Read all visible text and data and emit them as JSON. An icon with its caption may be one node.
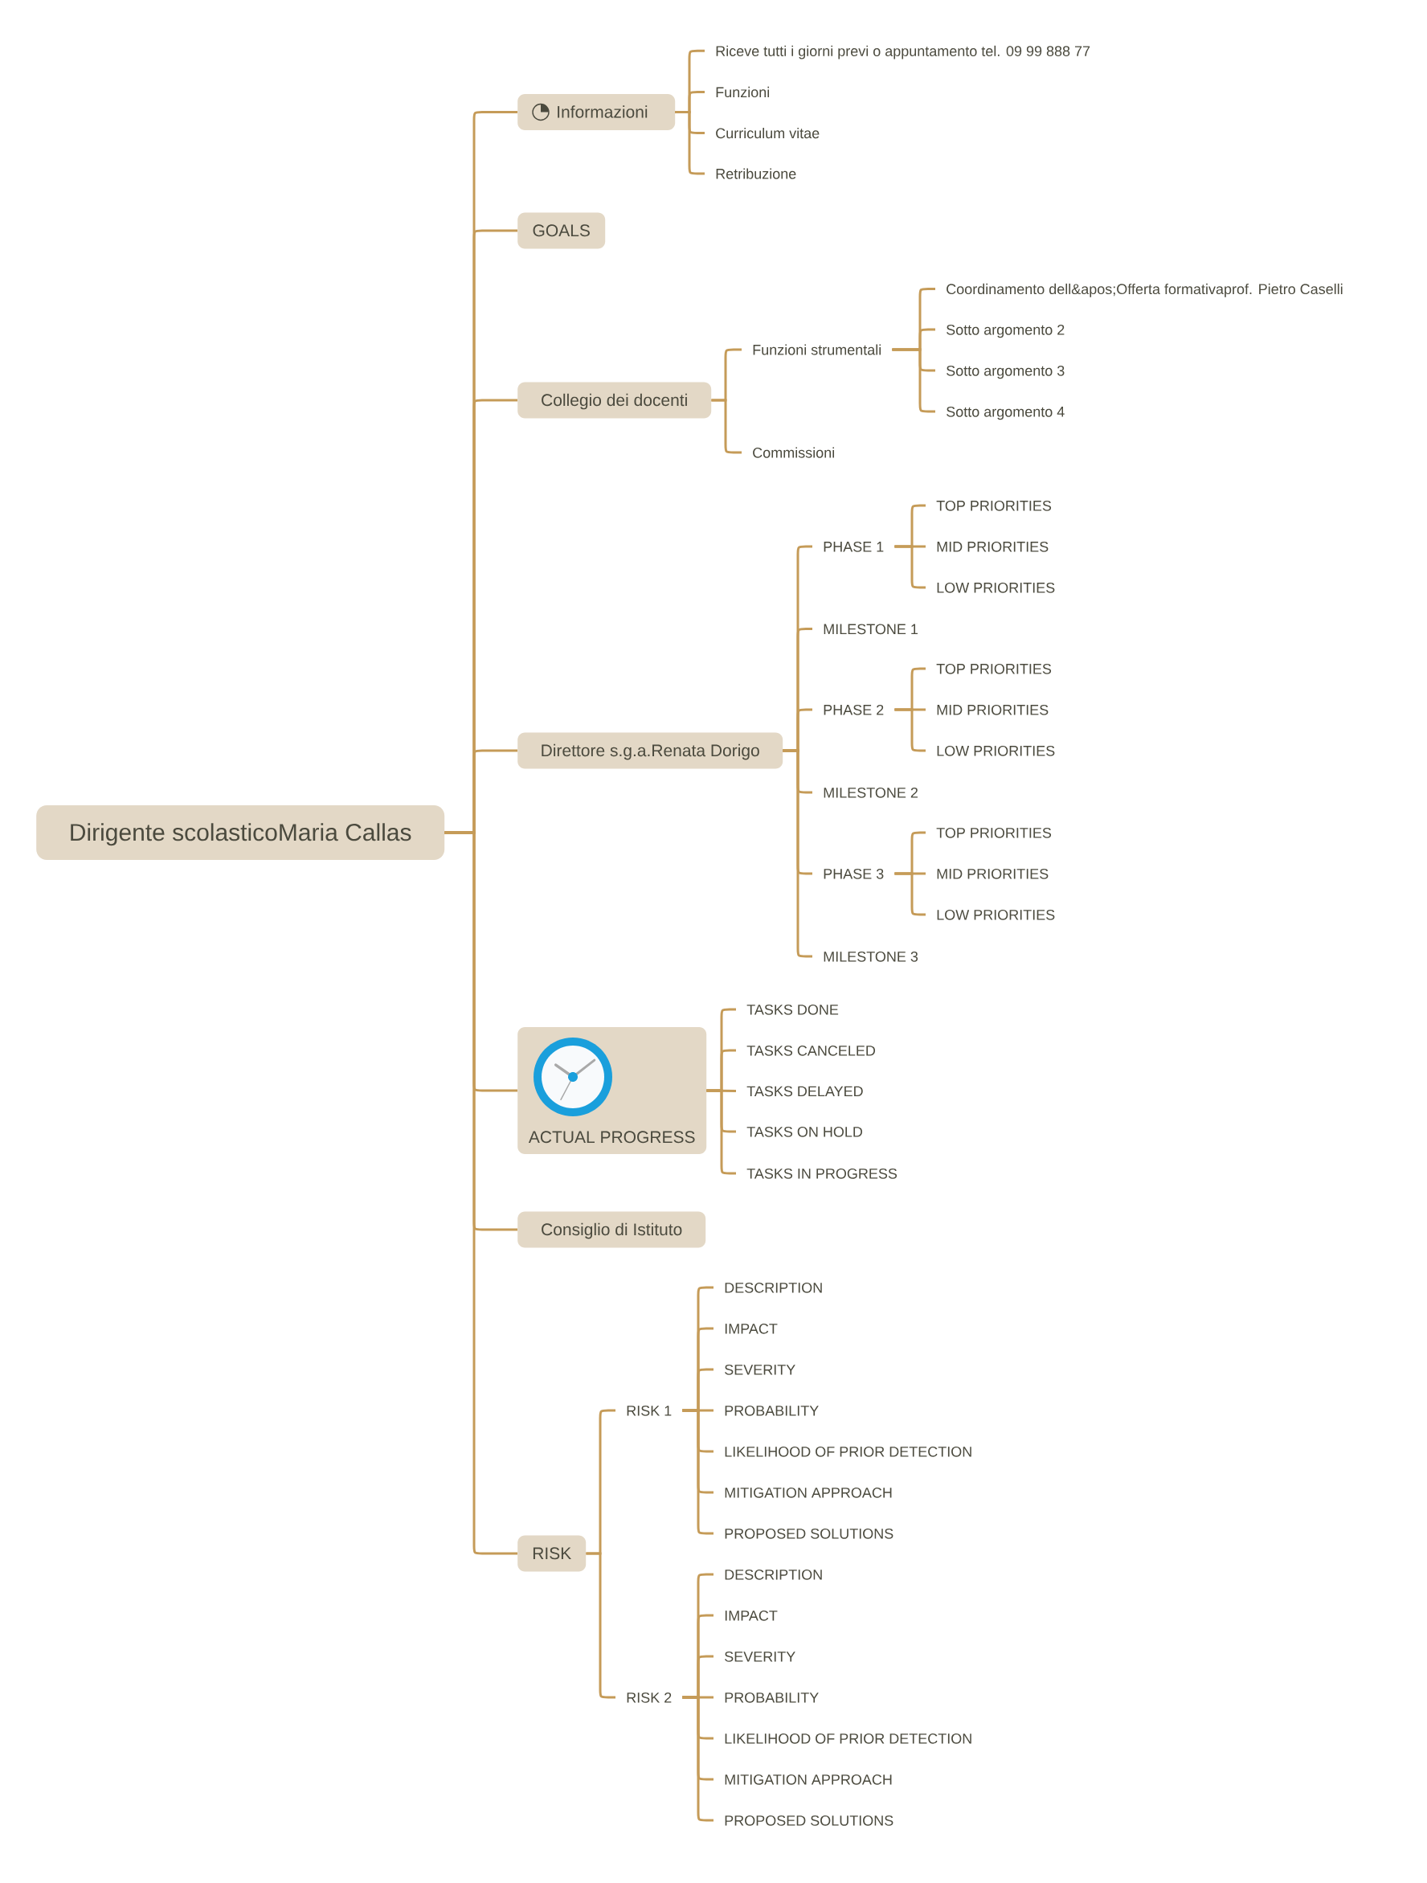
{
  "diagram": {
    "nodes": [
      {
        "text": [
          "Dirigente scolasticoMaria Callas"
        ]
      },
      {
        "text": [
          "Informazioni"
        ]
      },
      {
        "text": [
          "Riceve tutti i giorni previ o appuntamento tel. 09 99 888 77"
        ]
      },
      {
        "text": [
          "Funzioni"
        ]
      },
      {
        "text": [
          "Curriculum vitae"
        ]
      },
      {
        "text": [
          "Retribuzione"
        ]
      },
      {
        "text": [
          "GOALS"
        ]
      },
      {
        "text": [
          "Collegio dei docenti"
        ]
      },
      {
        "text": [
          "Funzioni strumentali"
        ]
      },
      {
        "text": [
          "Coordinamento dell&apos;Offerta formativaprof. Pietro Caselli"
        ]
      },
      {
        "text": [
          "Sotto argomento 2"
        ]
      },
      {
        "text": [
          "Sotto argomento 3"
        ]
      },
      {
        "text": [
          "Sotto argomento 4"
        ]
      },
      {
        "text": [
          "Commissioni"
        ]
      },
      {
        "text": [
          "Direttore s.g.a.Renata Dorigo"
        ]
      },
      {
        "text": [
          "PHASE 1"
        ]
      },
      {
        "text": [
          "TOP PRIORITIES"
        ]
      },
      {
        "text": [
          "MID PRIORITIES"
        ]
      },
      {
        "text": [
          "LOW PRIORITIES"
        ]
      },
      {
        "text": [
          "MILESTONE 1"
        ]
      },
      {
        "text": [
          "PHASE 2"
        ]
      },
      {
        "text": [
          "TOP PRIORITIES"
        ]
      },
      {
        "text": [
          "MID PRIORITIES"
        ]
      },
      {
        "text": [
          "LOW PRIORITIES"
        ]
      },
      {
        "text": [
          "MILESTONE 2"
        ]
      },
      {
        "text": [
          "PHASE 3"
        ]
      },
      {
        "text": [
          "TOP PRIORITIES"
        ]
      },
      {
        "text": [
          "MID PRIORITIES"
        ]
      },
      {
        "text": [
          "LOW PRIORITIES"
        ]
      },
      {
        "text": [
          "MILESTONE 3"
        ]
      },
      {
        "text": [
          "ACTUAL PROGRESS"
        ]
      },
      {
        "text": [
          "TASKS DONE"
        ]
      },
      {
        "text": [
          "TASKS CANCELED"
        ]
      },
      {
        "text": [
          "TASKS DELAYED"
        ]
      },
      {
        "text": [
          "TASKS ON HOLD"
        ]
      },
      {
        "text": [
          "TASKS IN PROGRESS"
        ]
      },
      {
        "text": [
          "Consiglio di Istituto"
        ]
      },
      {
        "text": [
          "RISK"
        ]
      },
      {
        "text": [
          "RISK 1"
        ]
      },
      {
        "text": [
          "DESCRIPTION"
        ]
      },
      {
        "text": [
          "IMPACT"
        ]
      },
      {
        "text": [
          "SEVERITY"
        ]
      },
      {
        "text": [
          "PROBABILITY"
        ]
      },
      {
        "text": [
          "LIKELIHOOD OF PRIOR DETECTION"
        ]
      },
      {
        "text": [
          "MITIGATION APPROACH"
        ]
      },
      {
        "text": [
          "PROPOSED SOLUTIONS"
        ]
      },
      {
        "text": [
          "RISK 2"
        ]
      },
      {
        "text": [
          "DESCRIPTION"
        ]
      },
      {
        "text": [
          "IMPACT"
        ]
      },
      {
        "text": [
          "SEVERITY"
        ]
      },
      {
        "text": [
          "PROBABILITY"
        ]
      },
      {
        "text": [
          "LIKELIHOOD OF PRIOR DETECTION"
        ]
      },
      {
        "text": [
          "MITIGATION APPROACH"
        ]
      },
      {
        "text": [
          "PROPOSED SOLUTIONS"
        ]
      }
    ],
    "edges": [
      {
        "from": 0,
        "to": 1,
        "arrow": "none"
      },
      {
        "from": 0,
        "to": 6,
        "arrow": "none"
      },
      {
        "from": 0,
        "to": 7,
        "arrow": "none"
      },
      {
        "from": 0,
        "to": 14,
        "arrow": "none"
      },
      {
        "from": 0,
        "to": 30,
        "arrow": "none"
      },
      {
        "from": 0,
        "to": 36,
        "arrow": "none"
      },
      {
        "from": 0,
        "to": 37,
        "arrow": "none"
      },
      {
        "from": 1,
        "to": 2,
        "arrow": "none"
      },
      {
        "from": 1,
        "to": 3,
        "arrow": "none"
      },
      {
        "from": 1,
        "to": 4,
        "arrow": "none"
      },
      {
        "from": 1,
        "to": 5,
        "arrow": "none"
      },
      {
        "from": 7,
        "to": 8,
        "arrow": "none"
      },
      {
        "from": 7,
        "to": 13,
        "arrow": "none"
      },
      {
        "from": 8,
        "to": 9,
        "arrow": "none"
      },
      {
        "from": 8,
        "to": 10,
        "arrow": "none"
      },
      {
        "from": 8,
        "to": 11,
        "arrow": "none"
      },
      {
        "from": 8,
        "to": 12,
        "arrow": "none"
      },
      {
        "from": 14,
        "to": 15,
        "arrow": "none"
      },
      {
        "from": 14,
        "to": 19,
        "arrow": "none"
      },
      {
        "from": 14,
        "to": 20,
        "arrow": "none"
      },
      {
        "from": 14,
        "to": 24,
        "arrow": "none"
      },
      {
        "from": 14,
        "to": 25,
        "arrow": "none"
      },
      {
        "from": 14,
        "to": 29,
        "arrow": "none"
      },
      {
        "from": 15,
        "to": 16,
        "arrow": "none"
      },
      {
        "from": 15,
        "to": 17,
        "arrow": "none"
      },
      {
        "from": 15,
        "to": 18,
        "arrow": "none"
      },
      {
        "from": 20,
        "to": 21,
        "arrow": "none"
      },
      {
        "from": 20,
        "to": 22,
        "arrow": "none"
      },
      {
        "from": 20,
        "to": 23,
        "arrow": "none"
      },
      {
        "from": 25,
        "to": 26,
        "arrow": "none"
      },
      {
        "from": 25,
        "to": 27,
        "arrow": "none"
      },
      {
        "from": 25,
        "to": 28,
        "arrow": "none"
      },
      {
        "from": 30,
        "to": 31,
        "arrow": "none"
      },
      {
        "from": 30,
        "to": 32,
        "arrow": "none"
      },
      {
        "from": 30,
        "to": 33,
        "arrow": "none"
      },
      {
        "from": 30,
        "to": 34,
        "arrow": "none"
      },
      {
        "from": 30,
        "to": 35,
        "arrow": "none"
      },
      {
        "from": 37,
        "to": 38,
        "arrow": "none"
      },
      {
        "from": 37,
        "to": 46,
        "arrow": "none"
      },
      {
        "from": 38,
        "to": 39,
        "arrow": "none"
      },
      {
        "from": 38,
        "to": 40,
        "arrow": "none"
      },
      {
        "from": 38,
        "to": 41,
        "arrow": "none"
      },
      {
        "from": 38,
        "to": 42,
        "arrow": "none"
      },
      {
        "from": 38,
        "to": 43,
        "arrow": "none"
      },
      {
        "from": 38,
        "to": 44,
        "arrow": "none"
      },
      {
        "from": 38,
        "to": 45,
        "arrow": "none"
      },
      {
        "from": 46,
        "to": 47,
        "arrow": "none"
      },
      {
        "from": 46,
        "to": 48,
        "arrow": "none"
      },
      {
        "from": 46,
        "to": 49,
        "arrow": "none"
      },
      {
        "from": 46,
        "to": 50,
        "arrow": "none"
      },
      {
        "from": 46,
        "to": 51,
        "arrow": "none"
      },
      {
        "from": 46,
        "to": 52,
        "arrow": "none"
      },
      {
        "from": 46,
        "to": 53,
        "arrow": "none"
      }
    ]
  }
}
